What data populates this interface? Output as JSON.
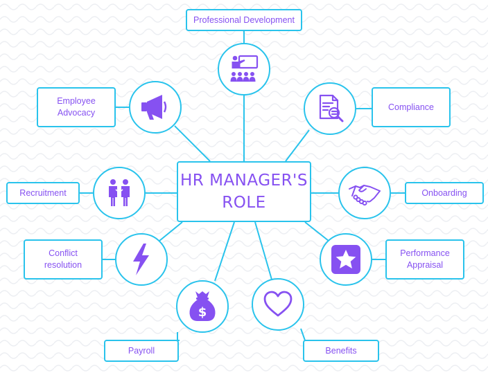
{
  "diagram": {
    "center": {
      "line1": "HR MANAGER'S",
      "line2": "ROLE"
    },
    "nodes": {
      "professional_development": "Professional Development",
      "compliance": "Compliance",
      "employee_advocacy": "Employee Advocacy",
      "recruitment": "Recruitment",
      "onboarding": "Onboarding",
      "conflict_resolution": "Conflict resolution",
      "performance_appraisal": "Performance Appraisal",
      "payroll": "Payroll",
      "benefits": "Benefits"
    },
    "icons": {
      "professional_development": "teacher-presentation-icon",
      "compliance": "document-search-icon",
      "employee_advocacy": "megaphone-icon",
      "recruitment": "people-icon",
      "onboarding": "handshake-icon",
      "conflict_resolution": "lightning-icon",
      "performance_appraisal": "star-badge-icon",
      "payroll": "money-bag-icon",
      "benefits": "heart-icon"
    },
    "colors": {
      "line": "#29c3ec",
      "text": "#8651f1",
      "icon": "#8651f1",
      "background": "#ffffff"
    }
  }
}
